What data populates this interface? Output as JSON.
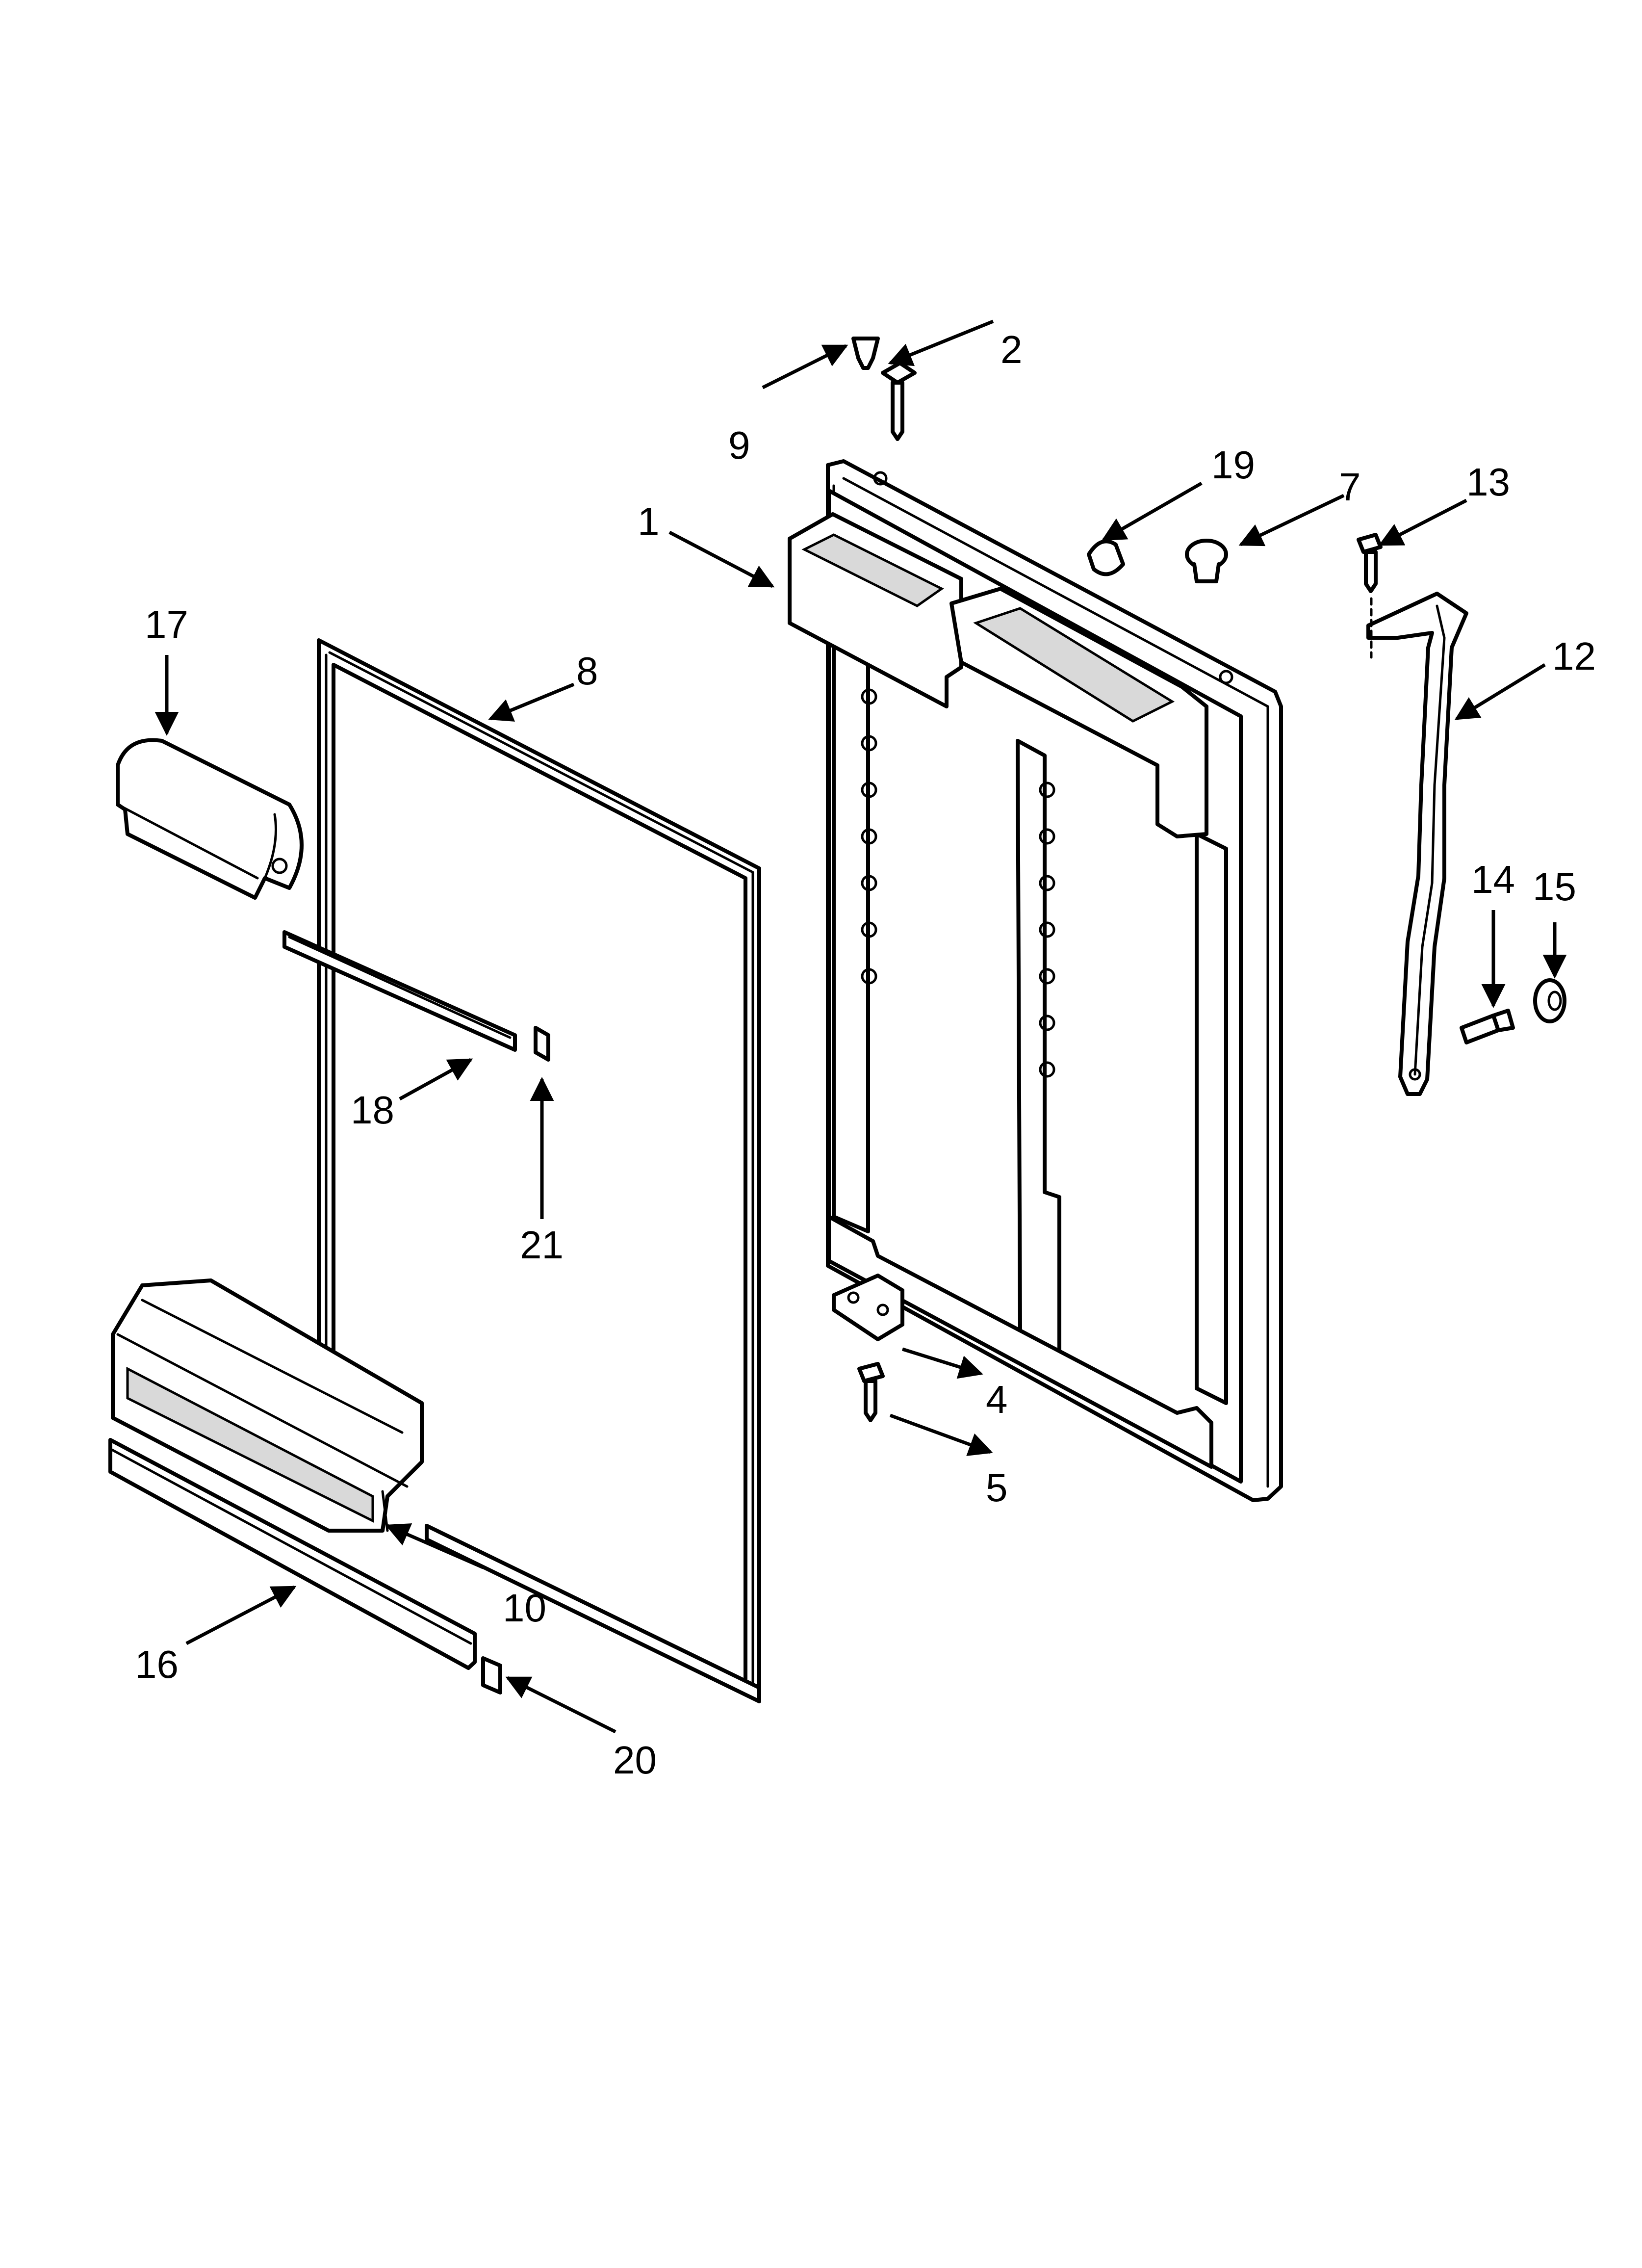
{
  "callouts": {
    "c1": "1",
    "c2": "2",
    "c4": "4",
    "c5": "5",
    "c7": "7",
    "c8": "8",
    "c9": "9",
    "c10": "10",
    "c12": "12",
    "c13": "13",
    "c14": "14",
    "c15": "15",
    "c16": "16",
    "c17": "17",
    "c18": "18",
    "c19": "19",
    "c20": "20",
    "c21": "21"
  },
  "colors": {
    "line": "#000000",
    "background": "#ffffff"
  }
}
